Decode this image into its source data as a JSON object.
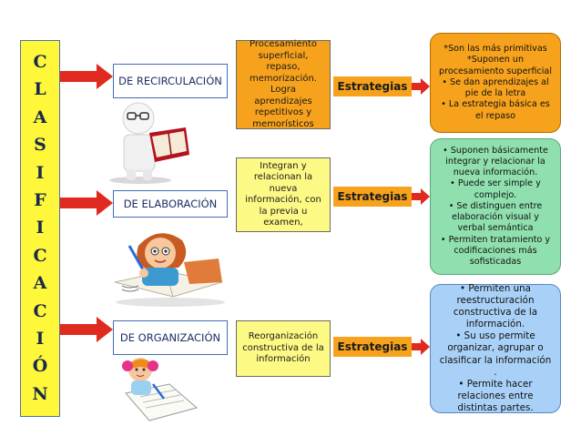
{
  "vertical_title_letters": [
    "C",
    "L",
    "A",
    "S",
    "I",
    "F",
    "I",
    "C",
    "A",
    "C",
    "I",
    "Ó",
    "N"
  ],
  "rows": [
    {
      "type_label": "DE RECIRCULACIÓN",
      "description": "Procesamiento superficial, repaso, memorización. Logra aprendizajes repetitivos y memorísticos",
      "strategy_label": "Estrategias",
      "strategy_items": [
        "*Son las más primitivas",
        "*Suponen un procesamiento superficial",
        "• Se dan aprendizajes al pie de la letra",
        "• La estrategia básica es el repaso"
      ]
    },
    {
      "type_label": "DE ELABORACIÓN",
      "description": "Integran y relacionan la nueva información, con la previa u examen,",
      "strategy_label": "Estrategias",
      "strategy_items": [
        "• Suponen básicamente integrar y relacionar la nueva información.",
        "• Puede ser simple y complejo.",
        "• Se distinguen entre elaboración visual y verbal semántica",
        "• Permiten tratamiento y codificaciones más sofisticadas"
      ]
    },
    {
      "type_label": "DE ORGANIZACIÓN",
      "description": "Reorganización constructiva de la información",
      "strategy_label": "Estrategias",
      "strategy_items": [
        "• Permiten una reestructuración constructiva de la información.",
        "• Su uso permite organizar, agrupar o clasificar la información .",
        "• Permite hacer relaciones entre distintas partes."
      ]
    }
  ],
  "colors": {
    "title_bar": "#fff83a",
    "arrow_red": "#e02a20",
    "orange": "#f6a21c",
    "yellow": "#fdf985",
    "green": "#8fe0ae",
    "blue": "#a9d1f7",
    "border_blue": "#3f6db4"
  }
}
